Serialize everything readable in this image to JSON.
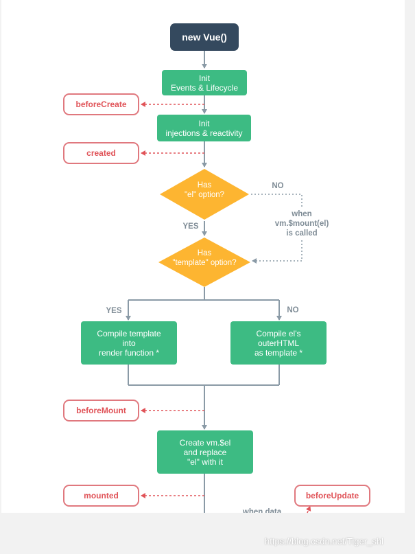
{
  "nodes": {
    "new_vue": "new Vue()",
    "init_events": "Init\nEvents & Lifecycle",
    "init_injections": "Init\ninjections & reactivity",
    "has_el": "Has\n\"el\" option?",
    "has_template": "Has\n\"template\" option?",
    "compile_template": "Compile template\ninto\nrender function *",
    "compile_el": "Compile el's\nouterHTML\nas template *",
    "create_el": "Create vm.$el\nand replace\n\"el\" with it"
  },
  "hooks": {
    "before_create": "beforeCreate",
    "created": "created",
    "before_mount": "beforeMount",
    "mounted": "mounted",
    "before_update": "beforeUpdate"
  },
  "labels": {
    "no_el": "NO",
    "when_mount": "when\nvm.$mount(el)\nis called",
    "yes_el": "YES",
    "yes_template": "YES",
    "no_template": "NO",
    "when_data": "when data"
  },
  "watermark": "https://blog.csdn.net/Tiger_shl",
  "colors": {
    "start": "#34495e",
    "process": "#3dbb83",
    "decision": "#fdb531",
    "hook_border": "#e0787e",
    "hook_text": "#e05358",
    "flow_line": "#8a9aa6"
  }
}
